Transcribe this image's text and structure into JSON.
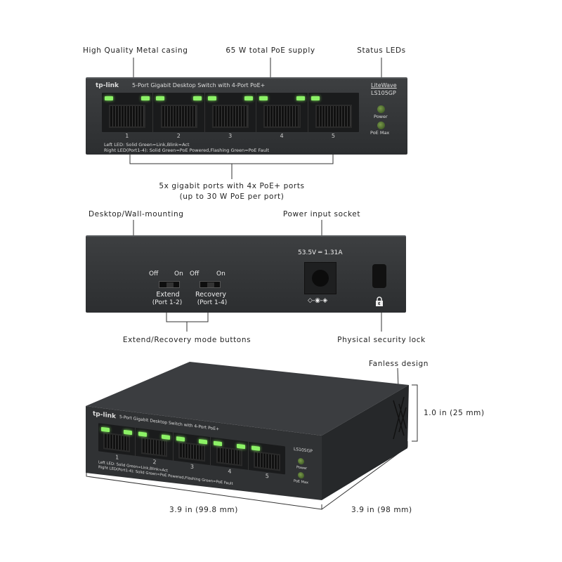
{
  "front": {
    "callouts": {
      "casing": "High Quality Metal casing",
      "poe_supply": "65 W total PoE supply",
      "status_leds": "Status LEDs",
      "ports_line1": "5x gigabit ports with 4x PoE+ ports",
      "ports_line2": "(up to 30 W PoE per port)"
    },
    "brand": "tp-link",
    "model_title": "5-Port Gigabit Desktop Switch with 4-Port PoE+",
    "series": "LiteWave",
    "model": "LS105GP",
    "ports": [
      "1",
      "2",
      "3",
      "4",
      "5"
    ],
    "led_power": "Power",
    "led_poemax": "PoE Max",
    "legend_left": "Left LED: Solid Green=Link,Blink=Act",
    "legend_right": "Right LED(Port1-4): Solid Green=PoE Powered,Flashing Green=PoE Fault"
  },
  "back": {
    "callouts": {
      "mounting": "Desktop/Wall-mounting",
      "power_socket": "Power input socket",
      "mode_buttons": "Extend/Recovery mode buttons",
      "security_lock": "Physical security lock"
    },
    "power_rating": "53.5V ═ 1.31A",
    "polarity": "◇-◉-◈",
    "switches": [
      {
        "off": "Off",
        "on": "On",
        "name": "Extend",
        "ports": "(Port 1-2)"
      },
      {
        "off": "Off",
        "on": "On",
        "name": "Recovery",
        "ports": "(Port 1-4)"
      }
    ]
  },
  "iso": {
    "fanless": "Fanless design",
    "height": "1.0 in (25 mm)",
    "width": "3.9 in (99.8 mm)",
    "depth": "3.9 in (98 mm)"
  },
  "colors": {
    "led_green": "#8cf266",
    "chassis": "#2f3133"
  }
}
